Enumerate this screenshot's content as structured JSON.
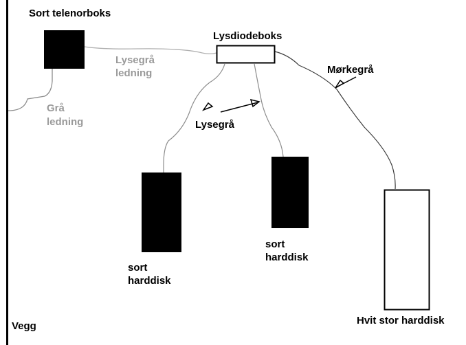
{
  "labels": {
    "telenor_box": "Sort telenorboks",
    "led_box": "Lysdiodeboks",
    "light_grey_cable_1": "Lysegrå",
    "light_grey_cable_2": "ledning",
    "grey_cable_1": "Grå",
    "grey_cable_2": "ledning",
    "dark_grey": "Mørkegrå",
    "light_grey": "Lysegrå",
    "black_disk_1_line1": "sort",
    "black_disk_1_line2": "harddisk",
    "black_disk_2_line1": "sort",
    "black_disk_2_line2": "harddisk",
    "white_disk": "Hvit stor harddisk",
    "wall": "Vegg"
  },
  "colors": {
    "black": "#000000",
    "white": "#ffffff",
    "light_grey_cable": "#b0b0b0",
    "grey_cable": "#8c8c8c",
    "dark_cable": "#3c3c3c",
    "label_grey": "#9a9a9a"
  }
}
